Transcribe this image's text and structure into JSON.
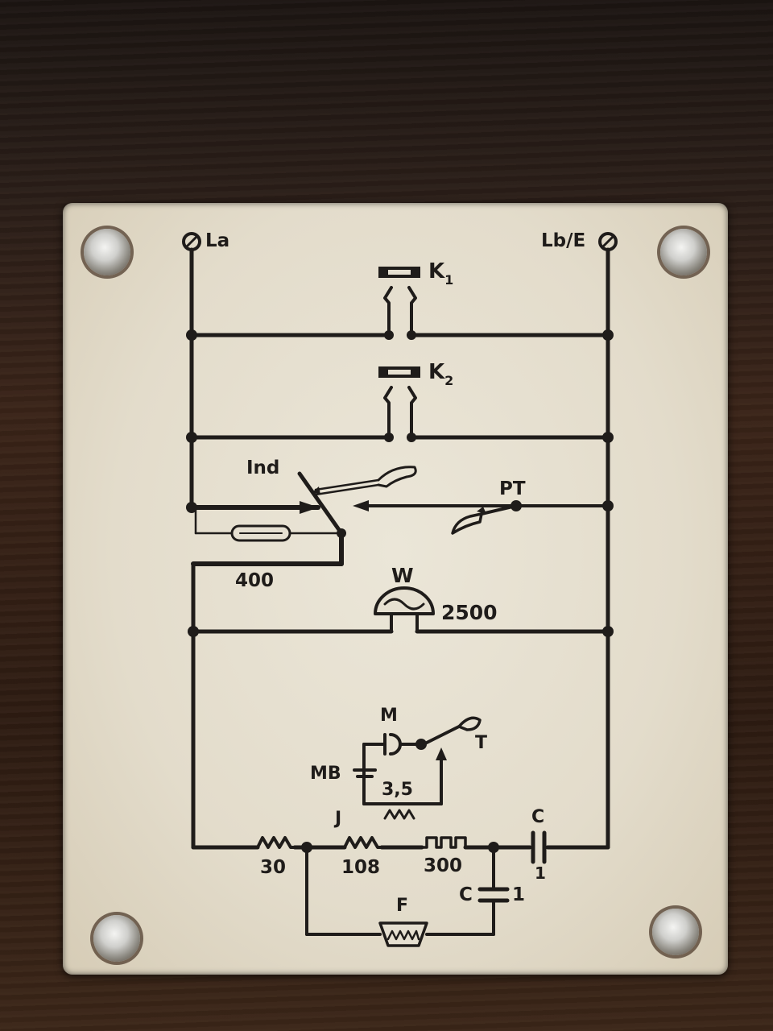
{
  "terminals": {
    "left": "La",
    "right": "Lb/E"
  },
  "keys": {
    "k1": "K",
    "k1_sub": "1",
    "k2": "K",
    "k2_sub": "2"
  },
  "components": {
    "ind": "Ind",
    "pt": "PT",
    "w": "W",
    "m": "M",
    "t": "T",
    "mb": "MB",
    "j": "J",
    "c_series": "C",
    "c_shunt": "C",
    "f": "F"
  },
  "values": {
    "r400": "400",
    "w2500": "2500",
    "mb35": "3,5",
    "r30": "30",
    "r108": "108",
    "r300": "300",
    "c_series_val": "1",
    "c_shunt_val": "1"
  },
  "colors": {
    "plate": "#e6e0d1",
    "ink": "#1f1c1a",
    "wood": "#2e1c12"
  }
}
